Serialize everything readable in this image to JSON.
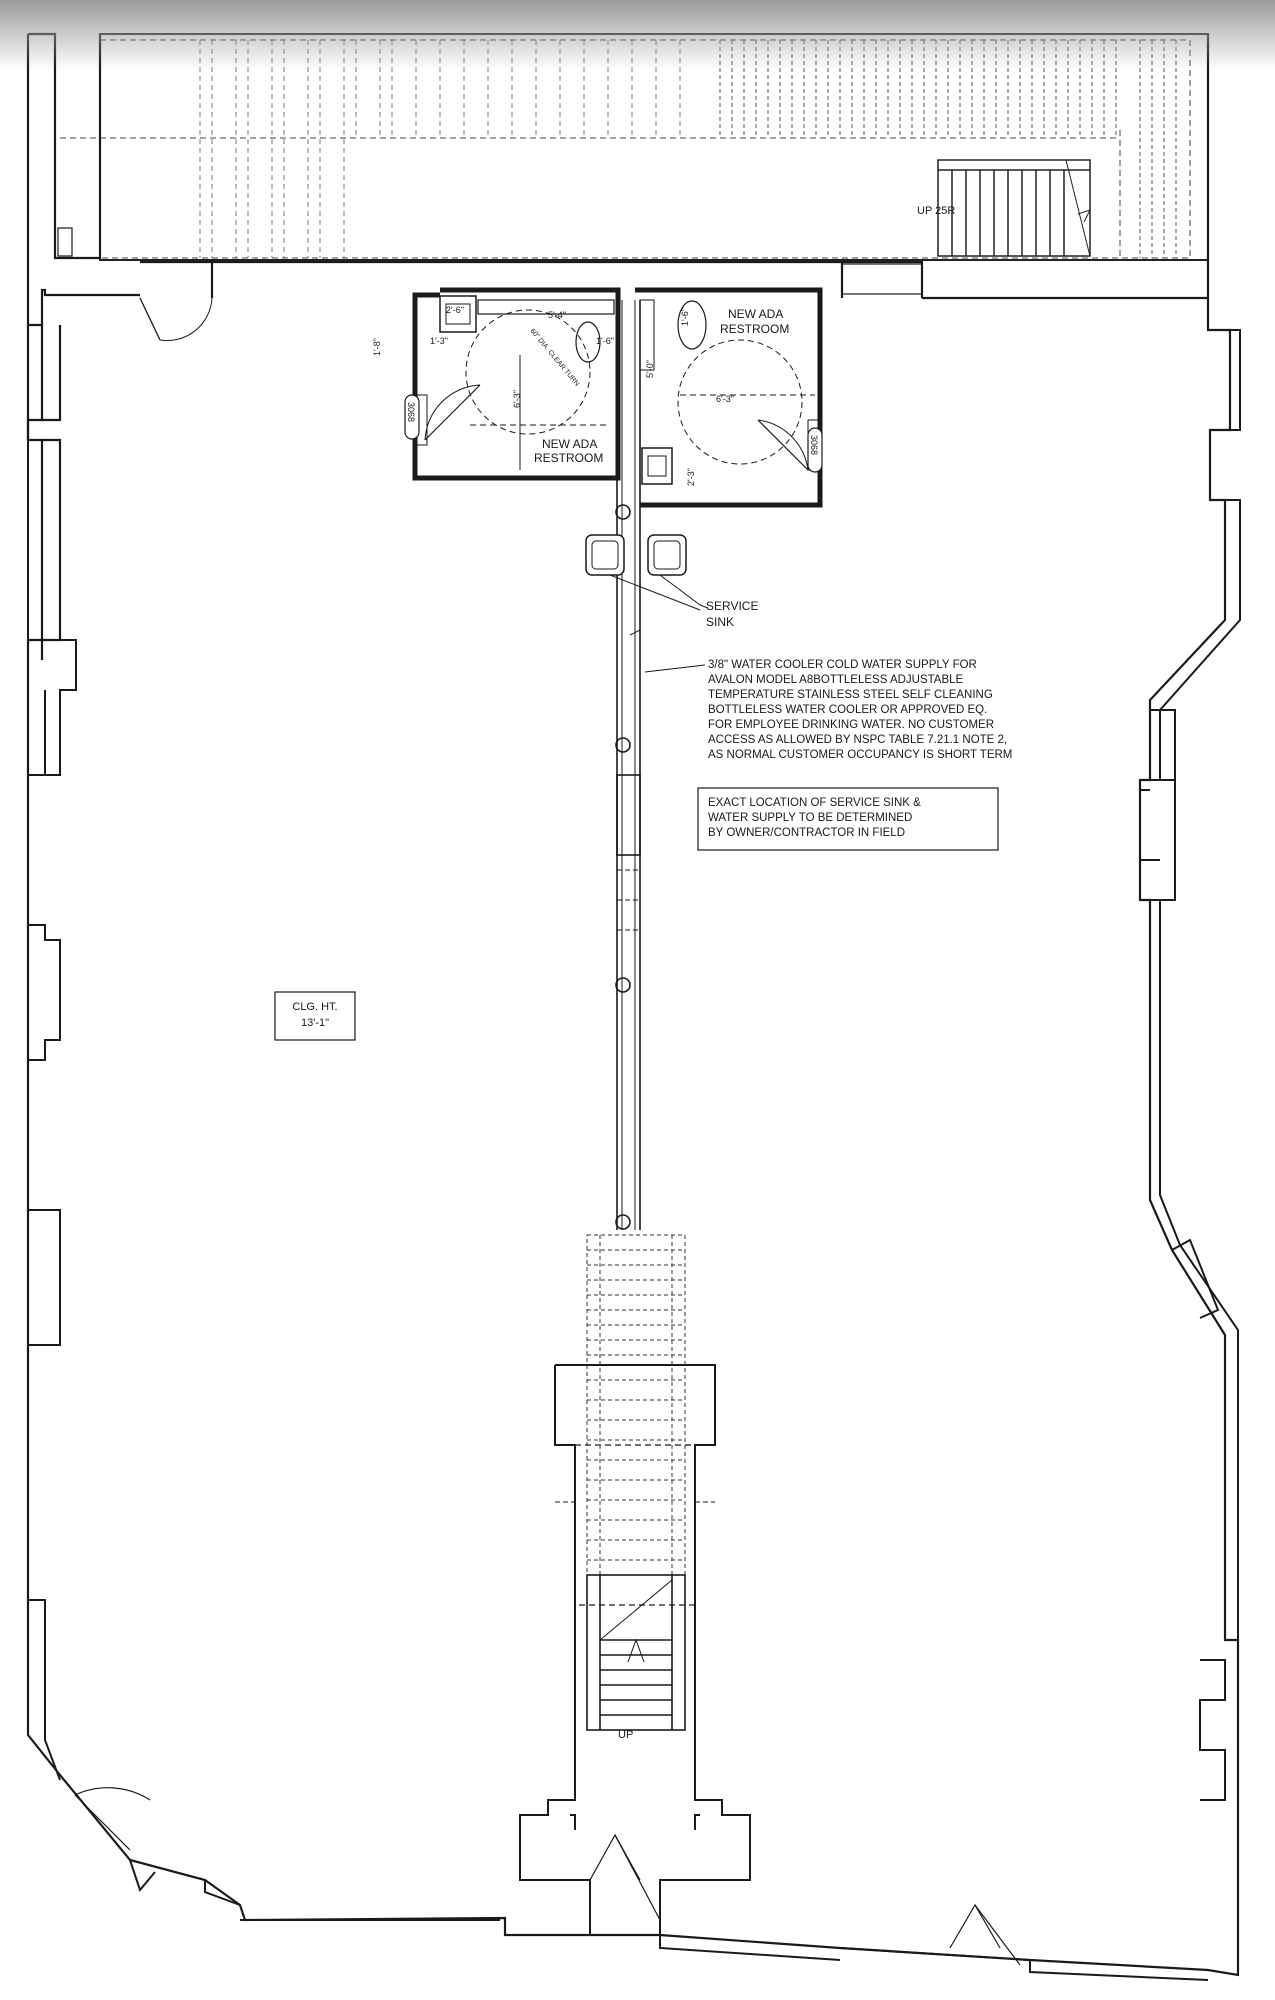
{
  "labels": {
    "restroom_left": [
      "NEW ADA",
      "RESTROOM"
    ],
    "restroom_right": [
      "NEW ADA",
      "RESTROOM"
    ],
    "service_sink": [
      "SERVICE",
      "SINK"
    ],
    "water_cooler_note": [
      "3/8\" WATER COOLER COLD WATER SUPPLY FOR",
      "AVALON MODEL A8BOTTLELESS ADJUSTABLE",
      "TEMPERATURE STAINLESS STEEL SELF CLEANING",
      "BOTTLELESS WATER COOLER OR APPROVED EQ.",
      "FOR EMPLOYEE DRINKING WATER. NO CUSTOMER",
      "ACCESS AS ALLOWED BY NSPC TABLE 7.21.1 NOTE 2,",
      "AS NORMAL CUSTOMER OCCUPANCY IS SHORT TERM"
    ],
    "location_note": [
      "EXACT LOCATION OF SERVICE SINK &",
      "WATER SUPPLY TO BE DETERMINED",
      "BY OWNER/CONTRACTOR IN FIELD"
    ],
    "ceiling_height": [
      "CLG. HT.",
      "13'-1\""
    ],
    "stair_up_top": "UP 25R",
    "stair_up_bottom": "UP",
    "door_tags": [
      "3068",
      "3068"
    ],
    "dimensions": {
      "d_2_6": "2'-6\"",
      "d_5_4": "5'-4\"",
      "d_1_3_a": "1'-3\"",
      "d_1_8": "1'-8\"",
      "d_1_6_a": "1'-6\"",
      "d_6_3_a": "6'-3\"",
      "d_1_6_b": "1'-6\"",
      "d_6_3_b": "6'-3\"",
      "d_2_3": "2'-3\"",
      "d_5_0": "5'-0\""
    },
    "turning_circle": "60\" DIA. CLEAR TURN"
  }
}
